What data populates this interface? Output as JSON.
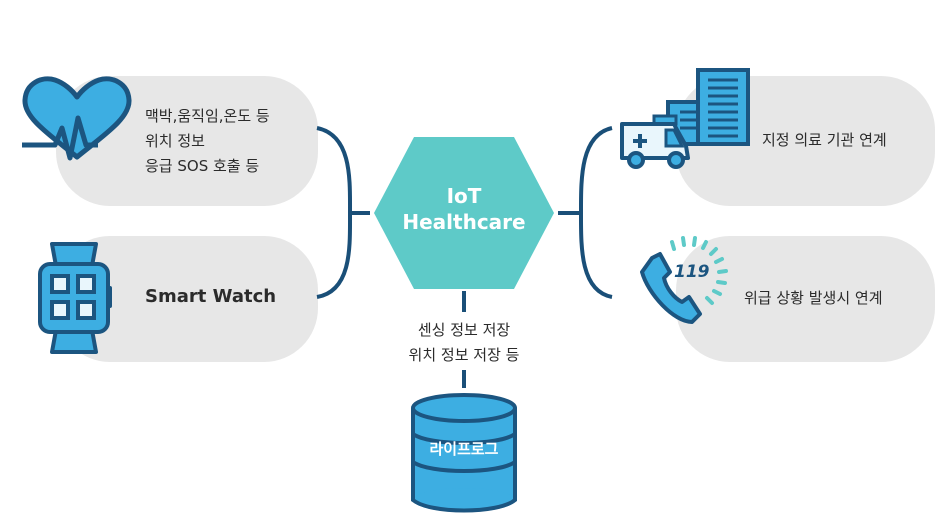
{
  "hub": {
    "line1": "IoT",
    "line2": "Healthcare"
  },
  "left_top": {
    "lines": [
      "맥박,움직임,온도 등",
      "위치 정보",
      "응급 SOS 호출 등"
    ],
    "icon": "heart-pulse-icon"
  },
  "left_bottom": {
    "label": "Smart Watch",
    "icon": "smartwatch-icon"
  },
  "right_top": {
    "label": "지정 의료 기관 연계",
    "icon": "ambulance-hospital-icon"
  },
  "right_bottom": {
    "label": "위급 상황 발생시 연계",
    "icon": "phone-119-icon",
    "icon_text": "119"
  },
  "storage": {
    "lines": [
      "센싱 정보 저장",
      "위치 정보 저장 등"
    ],
    "db_label": "라이프로그",
    "icon": "database-icon"
  },
  "colors": {
    "hexagon": "#5ecac8",
    "line": "#1a4f78",
    "icon_fill": "#3daee2",
    "icon_stroke": "#1c5580",
    "pill": "#e7e7e7"
  }
}
